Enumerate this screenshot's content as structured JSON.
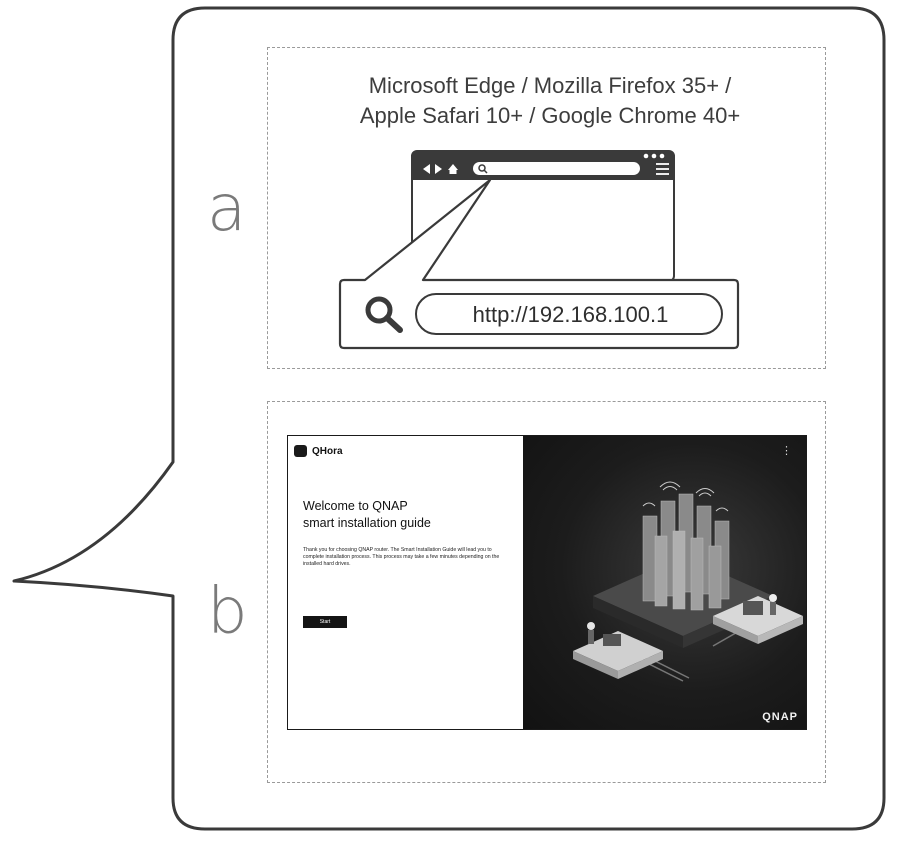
{
  "step_a": {
    "letter": "a",
    "browsers_line1": "Microsoft Edge / Mozilla Firefox 35+ /",
    "browsers_line2": "Apple Safari 10+ / Google Chrome 40+",
    "url": "http://192.168.100.1",
    "icons": [
      "back-arrow-icon",
      "forward-arrow-icon",
      "home-icon",
      "search-icon",
      "menu-icon",
      "more-dots-icon"
    ]
  },
  "step_b": {
    "letter": "b",
    "screen": {
      "logo_text": "QHora",
      "title_line1": "Welcome to QNAP",
      "title_line2": "smart installation guide",
      "body": "Thank you for choosing QNAP router. The Smart Installation Guide will lead you to complete installation process. This process may take a few minutes depending on the installed hard drives.",
      "start_button": "Start",
      "menu_glyph": "⋮",
      "brand": "QNAP"
    }
  },
  "colors": {
    "outline": "#3a3a3a",
    "dashed_border": "#9a9a9a",
    "dark_panel": "#1c1c1c",
    "text": "#3a3a3a"
  }
}
